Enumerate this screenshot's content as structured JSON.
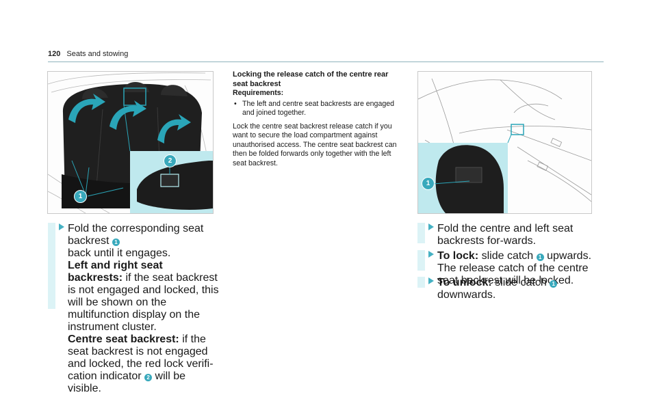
{
  "header": {
    "page_number": "120",
    "section": "Seats and stowing"
  },
  "figures": {
    "left_callouts": [
      "1",
      "2"
    ],
    "right_callouts": [
      "1"
    ]
  },
  "left_step": {
    "line1": "Fold the corresponding seat backrest",
    "line1_ref": "1",
    "line2": "back until it engages.",
    "lr_title": "Left and right seat backrests:",
    "lr_text1": " if the seat",
    "lr_text2": "backrest is not engaged and locked, this will be shown on the multifunction display on the instrument cluster.",
    "centre_title": "Centre seat backrest:",
    "centre_text1": " if the seat backrest is not engaged and locked, the red lock verifi-",
    "centre_text2": "cation indicator",
    "centre_ref": "2",
    "centre_text3": " will be visible."
  },
  "middle": {
    "heading": "Locking the release catch of the centre rear seat backrest",
    "requirements_label": "Requirements:",
    "requirement": "The left and centre seat backrests are engaged and joined together.",
    "body": "Lock the centre seat backrest release catch if you want to secure the load compartment against unauthorised access. The centre seat backrest can then be folded forwards only together with the left seat backrest."
  },
  "right_steps": {
    "step1": "Fold the centre and left seat backrests for-wards.",
    "lock_title": "To lock:",
    "lock_text1": " slide catch",
    "lock_ref": "1",
    "lock_text2": " upwards.",
    "lock_text3": "The release catch of the centre seat backrest will be locked.",
    "unlock_title": "To unlock:",
    "unlock_text1": " slide catch",
    "unlock_ref": "1",
    "unlock_text2": " downwards."
  },
  "colors": {
    "accent": "#39a9bc",
    "panel": "#bfe9ee",
    "note_bar": "#dcf3f6"
  }
}
